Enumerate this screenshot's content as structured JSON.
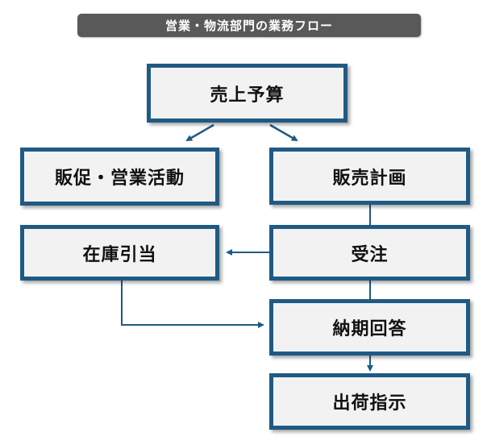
{
  "title": "営業・物流部門の業務フロー",
  "colors": {
    "title_bg": "#595959",
    "box_border": "#1f5a85",
    "box_fill": "#f2f2f2",
    "connector": "#1f5a85"
  },
  "nodes": {
    "budget": "売上予算",
    "promotion": "販促・営業活動",
    "sales_plan": "販売計画",
    "inventory": "在庫引当",
    "order": "受注",
    "delivery_answer": "納期回答",
    "shipping": "出荷指示"
  }
}
